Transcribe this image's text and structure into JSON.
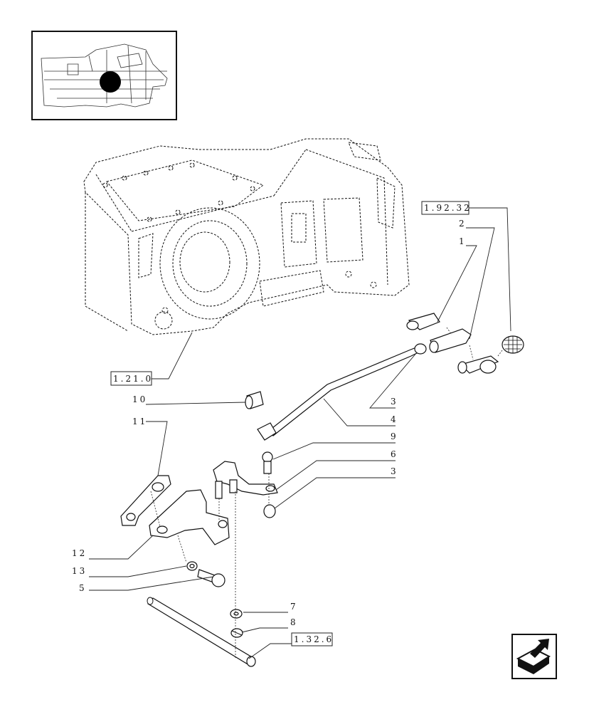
{
  "callouts": {
    "c1": "1",
    "c2": "2",
    "c3a": "3",
    "c3b": "3",
    "c4": "4",
    "c5": "5",
    "c6": "6",
    "c7": "7",
    "c8": "8",
    "c9": "9",
    "c10": "10",
    "c11": "11",
    "c12": "12",
    "c13": "13"
  },
  "refs": {
    "r1": "1.92.32",
    "r2": "1.21.0",
    "r3": "1.32.6"
  }
}
